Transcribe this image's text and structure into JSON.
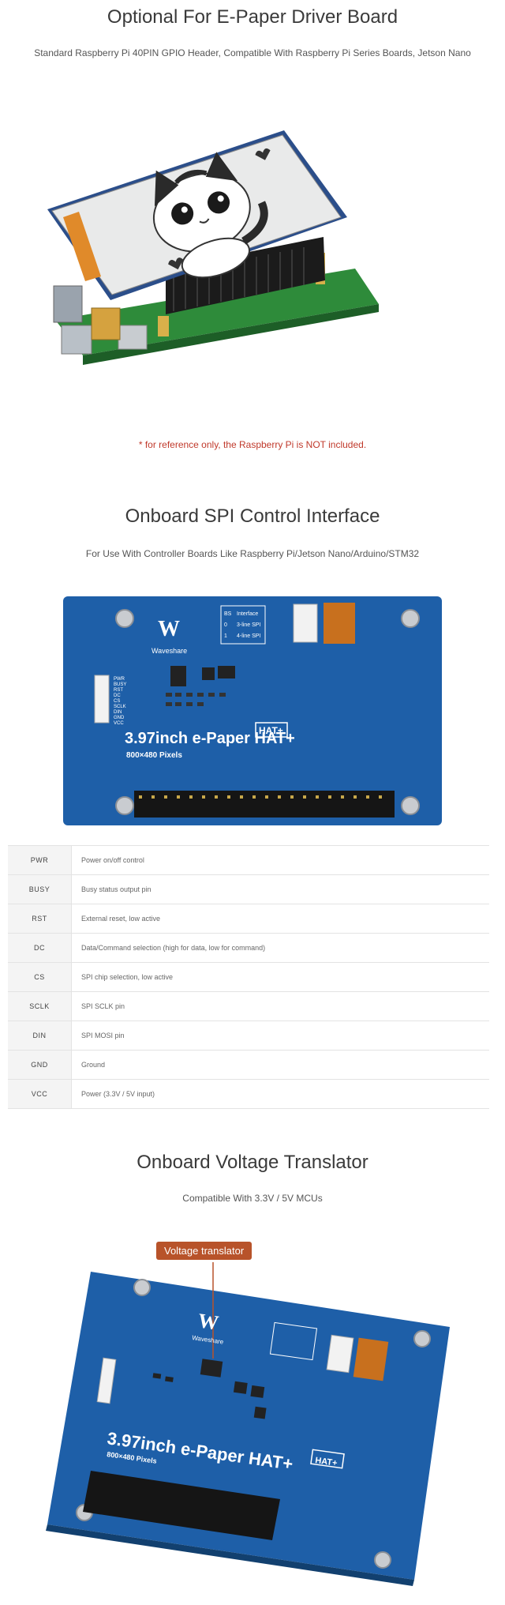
{
  "section1": {
    "title": "Optional For E-Paper Driver Board",
    "subtitle": "Standard Raspberry Pi 40PIN GPIO Header, Compatible With Raspberry Pi Series Boards, Jetson Nano",
    "note": "* for reference only, the Raspberry Pi is NOT included."
  },
  "section2": {
    "title": "Onboard SPI Control Interface",
    "subtitle": "For Use With Controller Boards Like Raspberry Pi/Jetson Nano/Arduino/STM32",
    "board": {
      "brand": "Waveshare",
      "product": "3.97inch e-Paper HAT+",
      "resolution": "800×480 Pixels",
      "hat_badge": "HAT+",
      "switch_header": "BS",
      "switch_col2": "Interface",
      "switch_row1_a": "0",
      "switch_row1_b": "3-line SPI",
      "switch_row2_a": "1",
      "switch_row2_b": "4-line SPI",
      "pin_labels": [
        "PWR",
        "BUSY",
        "RST",
        "DC",
        "CS",
        "SCLK",
        "DIN",
        "GND",
        "VCC"
      ]
    },
    "pins": [
      {
        "name": "PWR",
        "desc": "Power on/off control"
      },
      {
        "name": "BUSY",
        "desc": "Busy status output pin"
      },
      {
        "name": "RST",
        "desc": "External reset, low active"
      },
      {
        "name": "DC",
        "desc": "Data/Command selection (high for data, low for command)"
      },
      {
        "name": "CS",
        "desc": "SPI chip selection, low active"
      },
      {
        "name": "SCLK",
        "desc": "SPI SCLK pin"
      },
      {
        "name": "DIN",
        "desc": "SPI MOSI pin"
      },
      {
        "name": "GND",
        "desc": "Ground"
      },
      {
        "name": "VCC",
        "desc": "Power (3.3V / 5V input)"
      }
    ]
  },
  "section3": {
    "title": "Onboard Voltage Translator",
    "subtitle": "Compatible With 3.3V / 5V MCUs",
    "callout": "Voltage translator",
    "board": {
      "brand": "Waveshare",
      "product": "3.97inch e-Paper HAT+",
      "resolution": "800×480 Pixels",
      "hat_badge": "HAT+"
    }
  },
  "colors": {
    "pcb_blue": "#1e5fa8",
    "note_red": "#c0392b",
    "callout": "#b8532a"
  }
}
